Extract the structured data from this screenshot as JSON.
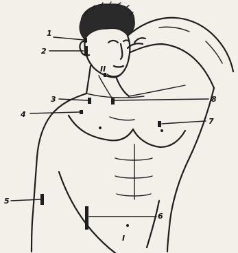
{
  "figure": {
    "labels": [
      {
        "id": "1",
        "text": "1"
      },
      {
        "id": "2",
        "text": "2"
      },
      {
        "id": "3",
        "text": "3"
      },
      {
        "id": "4",
        "text": "4"
      },
      {
        "id": "5",
        "text": "5"
      },
      {
        "id": "6",
        "text": "6"
      },
      {
        "id": "7",
        "text": "7"
      },
      {
        "id": "8",
        "text": "8"
      },
      {
        "id": "I",
        "text": "I"
      },
      {
        "id": "II",
        "text": "II"
      }
    ]
  }
}
